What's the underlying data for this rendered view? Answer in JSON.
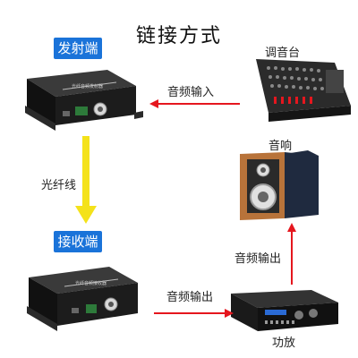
{
  "title": "链接方式",
  "transmitter": {
    "badge": "发射端",
    "panel_text": "光纤音频发射器"
  },
  "receiver": {
    "badge": "接收端",
    "panel_text": "光纤音频接收器"
  },
  "fiber_label": "光纤线",
  "audio_input_label": "音频输入",
  "audio_output_label_bottom": "音频输出",
  "audio_output_label_right": "音频输出",
  "mixer_label": "调音台",
  "speaker_label": "音响",
  "amp_label": "功放",
  "colors": {
    "badge_blue": "#1a73d9",
    "arrow_red": "#e5161e",
    "arrow_yellow": "#f4e21a",
    "device_dark": "#1c1c1c"
  }
}
